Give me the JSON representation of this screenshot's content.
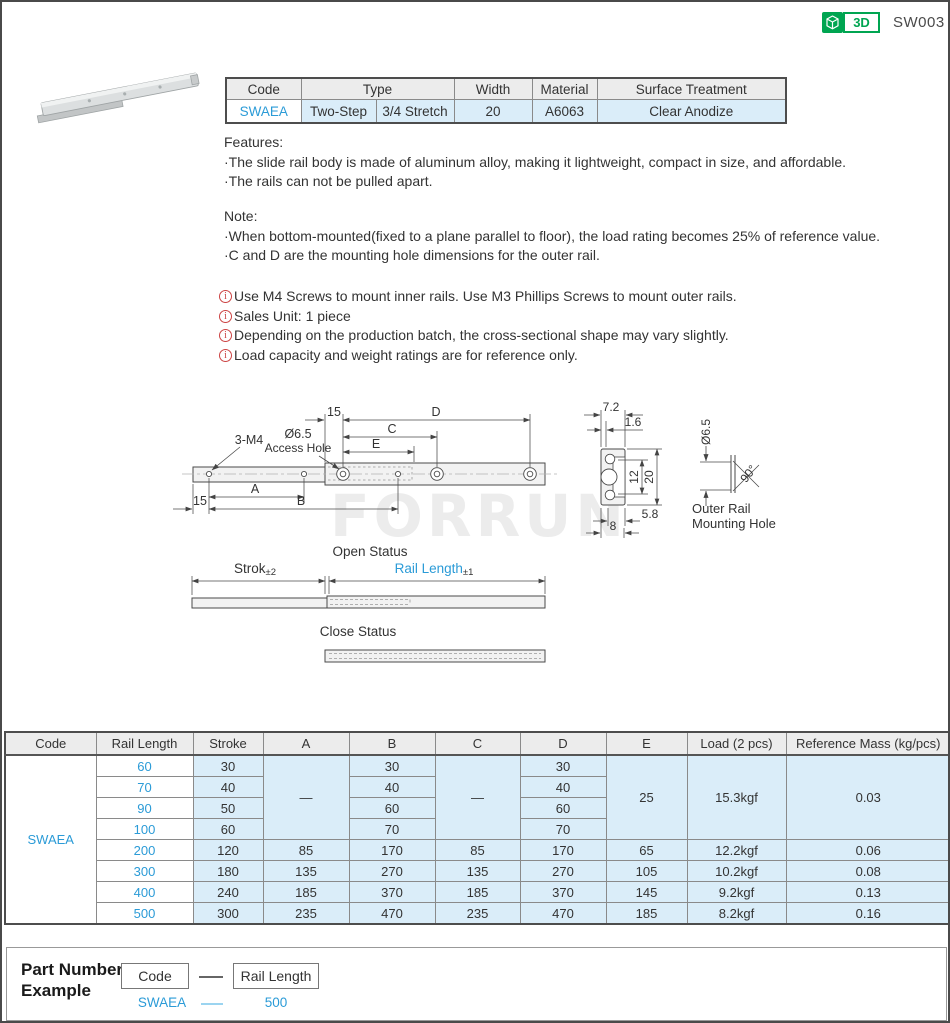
{
  "colors": {
    "accent_blue": "#2b9bd7",
    "badge_green": "#00a551",
    "warning_red": "#cc4444",
    "cell_blue": "#daedf9"
  },
  "page": {
    "part_code": "SW003",
    "badge_3d_label": "3D"
  },
  "spec_table": {
    "headers": {
      "code": "Code",
      "type": "Type",
      "width": "Width",
      "material": "Material",
      "surface_treatment": "Surface Treatment"
    },
    "values": {
      "code": "SWAEA",
      "type_step": "Two-Step",
      "type_stretch": "3/4 Stretch",
      "width": "20",
      "material": "A6063",
      "surface_treatment": "Clear Anodize"
    }
  },
  "features": {
    "title": "Features:",
    "items": [
      "·The slide rail body is made of aluminum alloy, making it lightweight, compact in size, and affordable.",
      "·The rails can not be pulled apart."
    ]
  },
  "note": {
    "title": "Note:",
    "items": [
      "·When bottom-mounted(fixed to a plane parallel to floor), the load rating becomes 25% of reference value.",
      "·C and D are the mounting hole dimensions for the outer rail."
    ]
  },
  "warnings": {
    "icon_glyph": "i",
    "items": [
      "Use M4 Screws to mount inner rails. Use M3 Phillips Screws to mount outer rails.",
      "Sales Unit: 1 piece",
      "Depending on the production batch, the cross-sectional shape may vary slightly.",
      "Load capacity and weight ratings are for reference only."
    ]
  },
  "drawing": {
    "watermark": "FORRUN",
    "side_view": {
      "dim_15_top": "15",
      "dim_d": "D",
      "dim_c": "C",
      "dim_e": "E",
      "label_3m4": "3-M4",
      "label_hole_dia": "Ø6.5",
      "label_access_hole": "Access Hole",
      "dim_a": "A",
      "dim_b": "B",
      "dim_15_bottom": "15"
    },
    "cross_section": {
      "dim_72": "7.2",
      "dim_16": "1.6",
      "dim_12": "12",
      "dim_20": "20",
      "dim_58": "5.8",
      "dim_8": "8"
    },
    "mounting_hole": {
      "dia": "Ø6.5",
      "angle": "90°",
      "label_line1": "Outer Rail",
      "label_line2": "Mounting Hole"
    },
    "status": {
      "open_title": "Open Status",
      "close_title": "Close Status",
      "stroke_label": "Strok",
      "stroke_tol": "±2",
      "rail_length_label": "Rail Length",
      "rail_length_tol": "±1"
    }
  },
  "dim_table": {
    "headers": [
      "Code",
      "Rail Length",
      "Stroke",
      "A",
      "B",
      "C",
      "D",
      "E",
      "Load (2 pcs)",
      "Reference Mass (kg/pcs)"
    ],
    "code": "SWAEA",
    "merged": {
      "a": "—",
      "c": "—",
      "e": "25",
      "load": "15.3kgf",
      "mass": "0.03"
    },
    "rows": [
      {
        "rail_length": "60",
        "stroke": "30",
        "b": "30",
        "d": "30"
      },
      {
        "rail_length": "70",
        "stroke": "40",
        "b": "40",
        "d": "40"
      },
      {
        "rail_length": "90",
        "stroke": "50",
        "b": "60",
        "d": "60"
      },
      {
        "rail_length": "100",
        "stroke": "60",
        "b": "70",
        "d": "70"
      },
      {
        "rail_length": "200",
        "stroke": "120",
        "a": "85",
        "b": "170",
        "c": "85",
        "d": "170",
        "e": "65",
        "load": "12.2kgf",
        "mass": "0.06"
      },
      {
        "rail_length": "300",
        "stroke": "180",
        "a": "135",
        "b": "270",
        "c": "135",
        "d": "270",
        "e": "105",
        "load": "10.2kgf",
        "mass": "0.08"
      },
      {
        "rail_length": "400",
        "stroke": "240",
        "a": "185",
        "b": "370",
        "c": "185",
        "d": "370",
        "e": "145",
        "load": "9.2kgf",
        "mass": "0.13"
      },
      {
        "rail_length": "500",
        "stroke": "300",
        "a": "235",
        "b": "470",
        "c": "235",
        "d": "470",
        "e": "185",
        "load": "8.2kgf",
        "mass": "0.16"
      }
    ]
  },
  "part_number_example": {
    "title_line1": "Part Number",
    "title_line2": "Example",
    "code_label": "Code",
    "rail_length_label": "Rail Length",
    "code_value": "SWAEA",
    "rail_length_value": "500"
  }
}
